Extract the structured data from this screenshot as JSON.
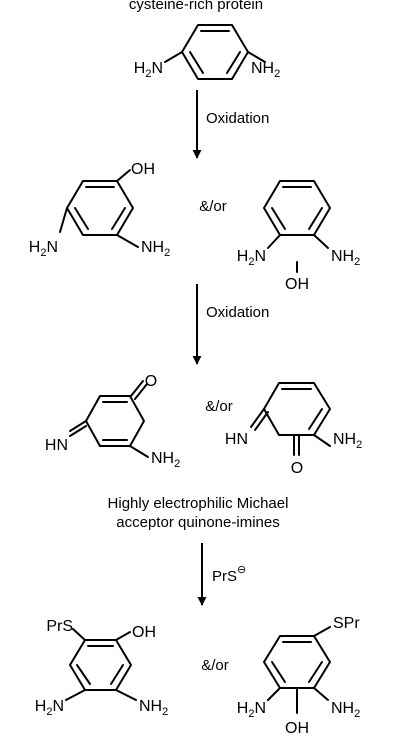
{
  "header_text": "cysteine-rich protein",
  "reagents": {
    "step1": "Oxidation",
    "step2": "Oxidation",
    "step3_main": "PrS",
    "step3_charge": "⊖"
  },
  "connector": "&/or",
  "caption": {
    "line1": "Highly electrophilic Michael",
    "line2": "acceptor quinone-imines"
  },
  "groups": {
    "h2n": {
      "main": "H",
      "sub": "2",
      "tail": "N"
    },
    "nh2": {
      "main": "NH",
      "sub": "2"
    },
    "oh": "OH",
    "hn": "HN",
    "o": "O",
    "prs": "PrS",
    "spr": "SPr"
  }
}
